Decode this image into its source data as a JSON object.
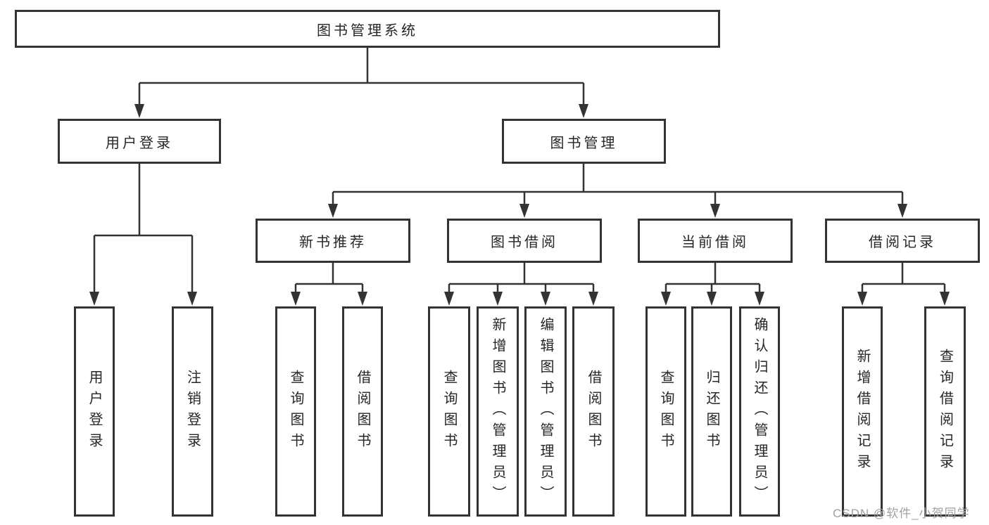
{
  "tree": {
    "root": {
      "label": "图书管理系统"
    },
    "branches": [
      {
        "label": "用户登录",
        "children": [
          {
            "label": "用户登录"
          },
          {
            "label": "注销登录"
          }
        ]
      },
      {
        "label": "图书管理",
        "children": [
          {
            "label": "新书推荐",
            "children": [
              {
                "label": "查询图书"
              },
              {
                "label": "借阅图书"
              }
            ]
          },
          {
            "label": "图书借阅",
            "children": [
              {
                "label": "查询图书"
              },
              {
                "label": "新增图书（管理员）"
              },
              {
                "label": "编辑图书（管理员）"
              },
              {
                "label": "借阅图书"
              }
            ]
          },
          {
            "label": "当前借阅",
            "children": [
              {
                "label": "查询图书"
              },
              {
                "label": "归还图书"
              },
              {
                "label": "确认归还（管理员）"
              }
            ]
          },
          {
            "label": "借阅记录",
            "children": [
              {
                "label": "新增借阅记录"
              },
              {
                "label": "查询借阅记录"
              }
            ]
          }
        ]
      }
    ]
  },
  "watermark": {
    "label": "CSDN @软件_小贺同学"
  },
  "colors": {
    "line": "#333333",
    "text": "#262626",
    "watermark": "#a0a0a0"
  }
}
